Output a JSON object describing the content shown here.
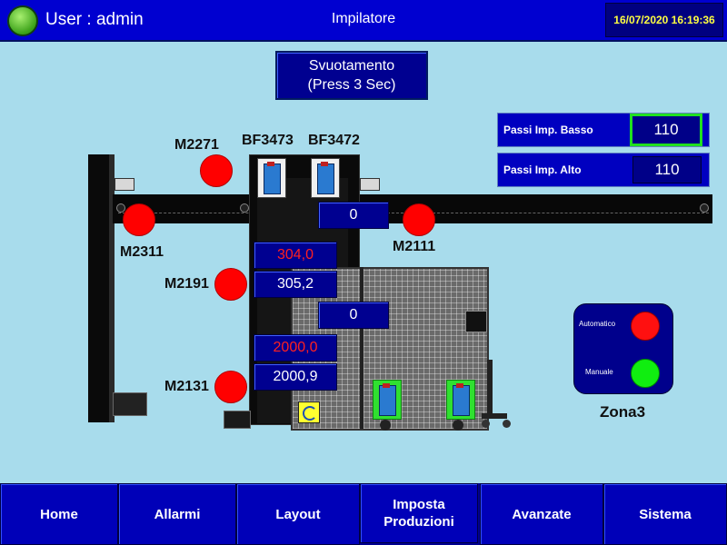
{
  "header": {
    "user_label": "User : admin",
    "title": "Impilatore",
    "datetime": "16/07/2020 16:19:36"
  },
  "svuotamento": {
    "line1": "Svuotamento",
    "line2": "(Press 3 Sec)"
  },
  "params": {
    "basso": {
      "label": "Passi Imp. Basso",
      "value": "110"
    },
    "alto": {
      "label": "Passi Imp. Alto",
      "value": "110"
    }
  },
  "sensors": {
    "bf3473": "BF3473",
    "bf3472": "BF3472"
  },
  "motors": {
    "m2271": "M2271",
    "m2311": "M2311",
    "m2111": "M2111",
    "m2191": "M2191",
    "m2131": "M2131"
  },
  "displays": {
    "conveyor_count": "0",
    "set_upper": "304,0",
    "actual_upper": "305,2",
    "mid_count": "0",
    "set_lower": "2000,0",
    "actual_lower": "2000,9"
  },
  "zona": {
    "title": "Zona3",
    "automatico": "Automatico",
    "manuale": "Manuale"
  },
  "nav": [
    "Home",
    "Allarmi",
    "Layout",
    "Imposta Produzioni",
    "Avanzate",
    "Sistema"
  ],
  "colors": {
    "header_bg": "#0000d0",
    "background": "#a8dcec",
    "motor_off": "#ff0000",
    "led_on": "#10ee10"
  }
}
